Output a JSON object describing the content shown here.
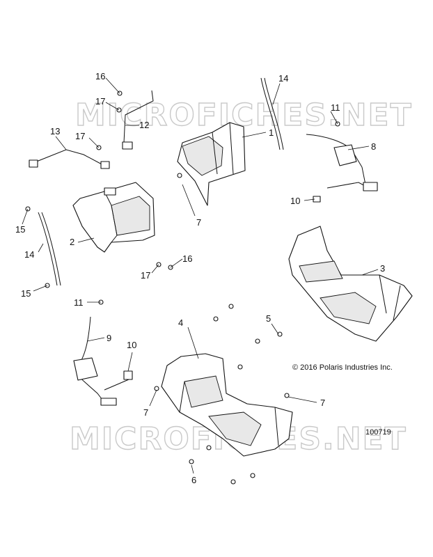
{
  "watermark": "MICROFICHES.NET",
  "copyright": "© 2016 Polaris Industries Inc.",
  "diagram_number": "100719",
  "callouts": {
    "c1": "1",
    "c2": "2",
    "c3": "3",
    "c4": "4",
    "c5": "5",
    "c6": "6",
    "c7a": "7",
    "c7b": "7",
    "c7c": "7",
    "c8": "8",
    "c9": "9",
    "c10a": "10",
    "c10b": "10",
    "c11a": "11",
    "c11b": "11",
    "c12": "12",
    "c13": "13",
    "c14a": "14",
    "c14b": "14",
    "c15a": "15",
    "c15b": "15",
    "c16a": "16",
    "c16b": "16",
    "c17a": "17",
    "c17b": "17",
    "c17c": "17"
  }
}
